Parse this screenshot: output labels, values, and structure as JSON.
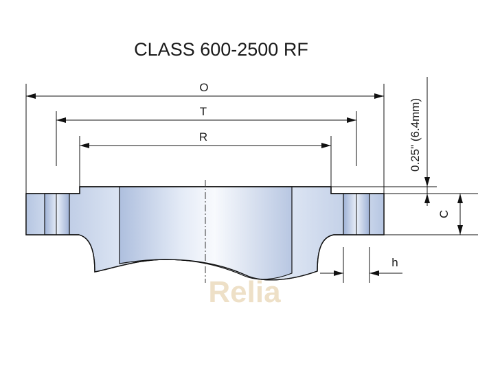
{
  "title": "CLASS 600-2500 RF",
  "watermark": "Relia",
  "dimensions": {
    "O": "O",
    "T": "T",
    "R": "R",
    "raised_face_height": "0.25\" (6.4mm)",
    "C": "C",
    "h": "h"
  },
  "colors": {
    "steel_light": "#f4f7fb",
    "steel_mid": "#c9d6ec",
    "steel_dark": "#a9bbdc",
    "watermark": "#e9d6b5"
  }
}
